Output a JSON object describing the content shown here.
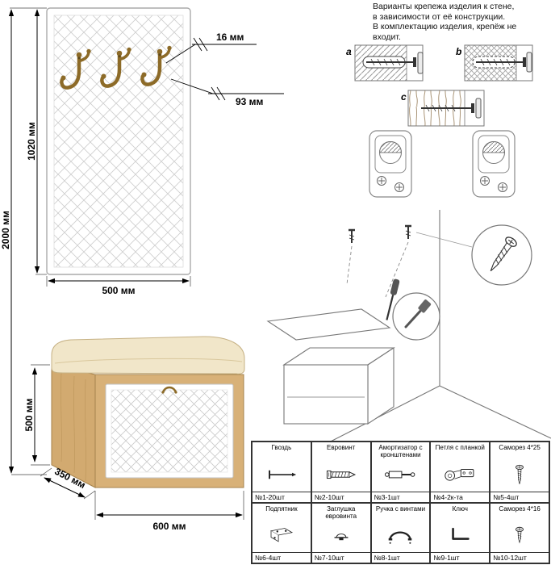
{
  "note": {
    "text": "Варианты крепежа изделия к стене,\nв зависимости от её конструкции.\nВ комплектацию изделия, крепёж не\nвходит."
  },
  "panel": {
    "dim_total_height": "2000 мм",
    "dim_panel_height": "1020 мм",
    "dim_panel_width": "500 мм",
    "dim_hook_thickness": "16 мм",
    "dim_hook_drop": "93 мм"
  },
  "bench": {
    "dim_height": "500 мм",
    "dim_depth": "350 мм",
    "dim_width": "600 мм"
  },
  "mount_options": {
    "a": "a",
    "b": "b",
    "c": "c"
  },
  "parts": {
    "rows": [
      [
        {
          "name": "Гвоздь",
          "count": "№1-20шт",
          "icon": "nail"
        },
        {
          "name": "Евровинт",
          "count": "№2-10шт",
          "icon": "eurobolt"
        },
        {
          "name": "Амортизатор с кронштенами",
          "count": "№3-1шт",
          "icon": "strut"
        },
        {
          "name": "Петля с планкой",
          "count": "№4-2к-та",
          "icon": "hinge"
        },
        {
          "name": "Саморез 4*25",
          "count": "№5-4шт",
          "icon": "screw-long"
        }
      ],
      [
        {
          "name": "Подпятник",
          "count": "№6-4шт",
          "icon": "foot"
        },
        {
          "name": "Заглушка евровинта",
          "count": "№7-10шт",
          "icon": "cap"
        },
        {
          "name": "Ручка с винтами",
          "count": "№8-1шт",
          "icon": "handle"
        },
        {
          "name": "Ключ",
          "count": "№9-1шт",
          "icon": "key"
        },
        {
          "name": "Саморез 4*16",
          "count": "№10-12шт",
          "icon": "screw-short"
        }
      ]
    ]
  },
  "colors": {
    "oak": "#d8b178",
    "cushion": "#f1e6c9",
    "bronze": "#8d6b28",
    "sketch_line": "#777777"
  }
}
